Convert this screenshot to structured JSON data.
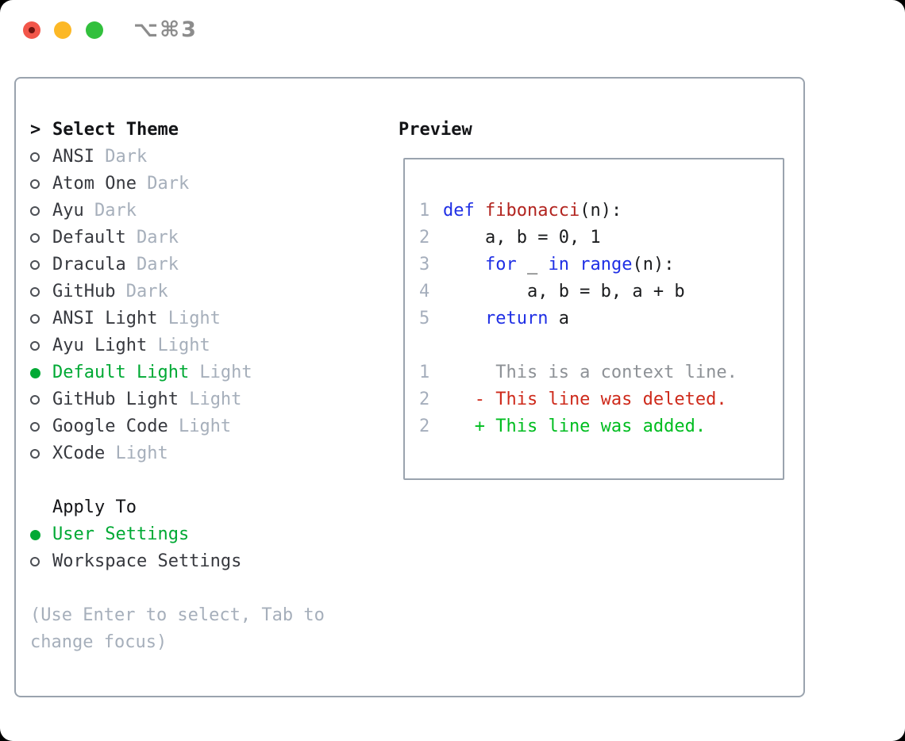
{
  "window": {
    "titlebar": {
      "shortcut_label": "⌥⌘3",
      "traffic_lights": [
        "close",
        "minimize",
        "zoom"
      ]
    }
  },
  "colors": {
    "window_bg": "#ffffff",
    "border": "#9aa3ae",
    "heading": "#131417",
    "item_text": "#37393f",
    "muted": "#a6afbb",
    "accent_green": "#00a934",
    "titlebar_text": "#8c8c8c",
    "traffic_red": "#f2564a",
    "traffic_red_dot": "#6f1410",
    "traffic_yellow": "#fcb826",
    "traffic_green": "#32c03d"
  },
  "theme_picker": {
    "prompt_marker": ">",
    "title": "Select Theme",
    "items": [
      {
        "name": "ANSI",
        "variant": "Dark",
        "selected": false
      },
      {
        "name": "Atom One",
        "variant": "Dark",
        "selected": false
      },
      {
        "name": "Ayu",
        "variant": "Dark",
        "selected": false
      },
      {
        "name": "Default",
        "variant": "Dark",
        "selected": false
      },
      {
        "name": "Dracula",
        "variant": "Dark",
        "selected": false
      },
      {
        "name": "GitHub",
        "variant": "Dark",
        "selected": false
      },
      {
        "name": "ANSI Light",
        "variant": "Light",
        "selected": false
      },
      {
        "name": "Ayu Light",
        "variant": "Light",
        "selected": false
      },
      {
        "name": "Default Light",
        "variant": "Light",
        "selected": true
      },
      {
        "name": "GitHub Light",
        "variant": "Light",
        "selected": false
      },
      {
        "name": "Google Code",
        "variant": "Light",
        "selected": false
      },
      {
        "name": "XCode",
        "variant": "Light",
        "selected": false
      }
    ]
  },
  "apply_to": {
    "title": "Apply To",
    "items": [
      {
        "label": "User Settings",
        "selected": true
      },
      {
        "label": "Workspace Settings",
        "selected": false
      }
    ]
  },
  "hint": "(Use Enter to select, Tab to change focus)",
  "preview": {
    "title": "Preview",
    "syntax_colors": {
      "keyword": "#1f2fe5",
      "function": "#b2241f",
      "plain": "#1b1c1e",
      "lineno": "#a5aebc",
      "context": "#8d9196",
      "deleted": "#ce2a1b",
      "added": "#00bd20"
    },
    "code_lines": [
      {
        "num": "1",
        "segments": [
          {
            "t": "def ",
            "c": "keyword"
          },
          {
            "t": "fibonacci",
            "c": "function"
          },
          {
            "t": "(n):",
            "c": "plain"
          }
        ]
      },
      {
        "num": "2",
        "segments": [
          {
            "t": "    a, b = 0, 1",
            "c": "plain"
          }
        ]
      },
      {
        "num": "3",
        "segments": [
          {
            "t": "    ",
            "c": "plain"
          },
          {
            "t": "for",
            "c": "keyword"
          },
          {
            "t": " _ ",
            "c": "plain"
          },
          {
            "t": "in",
            "c": "keyword"
          },
          {
            "t": " ",
            "c": "plain"
          },
          {
            "t": "range",
            "c": "keyword"
          },
          {
            "t": "(n):",
            "c": "plain"
          }
        ]
      },
      {
        "num": "4",
        "segments": [
          {
            "t": "        a, b = b, a + b",
            "c": "plain"
          }
        ]
      },
      {
        "num": "5",
        "segments": [
          {
            "t": "    ",
            "c": "plain"
          },
          {
            "t": "return",
            "c": "keyword"
          },
          {
            "t": " a",
            "c": "plain"
          }
        ]
      }
    ],
    "diff_lines": [
      {
        "num": "1",
        "sign": "",
        "kind": "context",
        "text": "This is a context line."
      },
      {
        "num": "2",
        "sign": "-",
        "kind": "deleted",
        "text": "This line was deleted."
      },
      {
        "num": "2",
        "sign": "+",
        "kind": "added",
        "text": "This line was added."
      }
    ]
  }
}
